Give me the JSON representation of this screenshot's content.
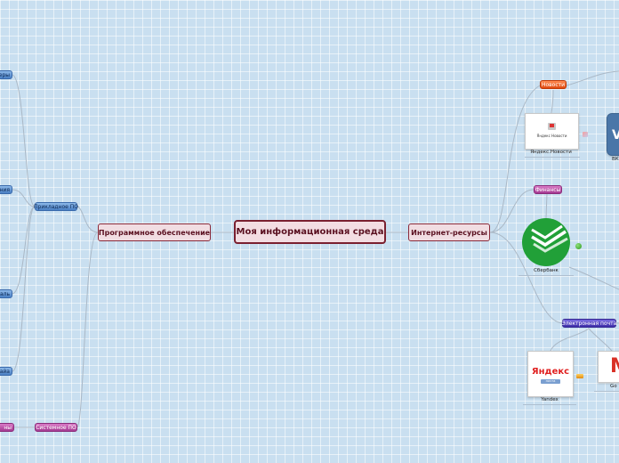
{
  "center": {
    "label": "Моя информационная среда"
  },
  "left": {
    "software": {
      "label": "Программное обеспечение"
    },
    "applied": {
      "label": "Прикладное ПО"
    },
    "system": {
      "label": "Системное ПО"
    },
    "stubs": [
      "еры",
      "ния",
      "аль",
      "айа",
      "ны"
    ]
  },
  "right": {
    "internet": {
      "label": "Интернет-ресурсы"
    },
    "news": {
      "label": "Новости",
      "item": "Яндекс.Новости",
      "logo_text": "Яндекс Новости"
    },
    "vk": {
      "caption": "ВК"
    },
    "finance": {
      "label": "Финансы",
      "item": "Сбербанк"
    },
    "email": {
      "label": "Электронная почта",
      "yandex": "Yandex",
      "yandex_logo": "Яндекс",
      "yandex_sub": "почта",
      "gmail": "Go"
    }
  },
  "colors": {
    "main_border": "#8a2a3a",
    "center_fill": "#f3dde2",
    "sber_green": "#21a038",
    "vk_blue": "#4a76a8"
  }
}
